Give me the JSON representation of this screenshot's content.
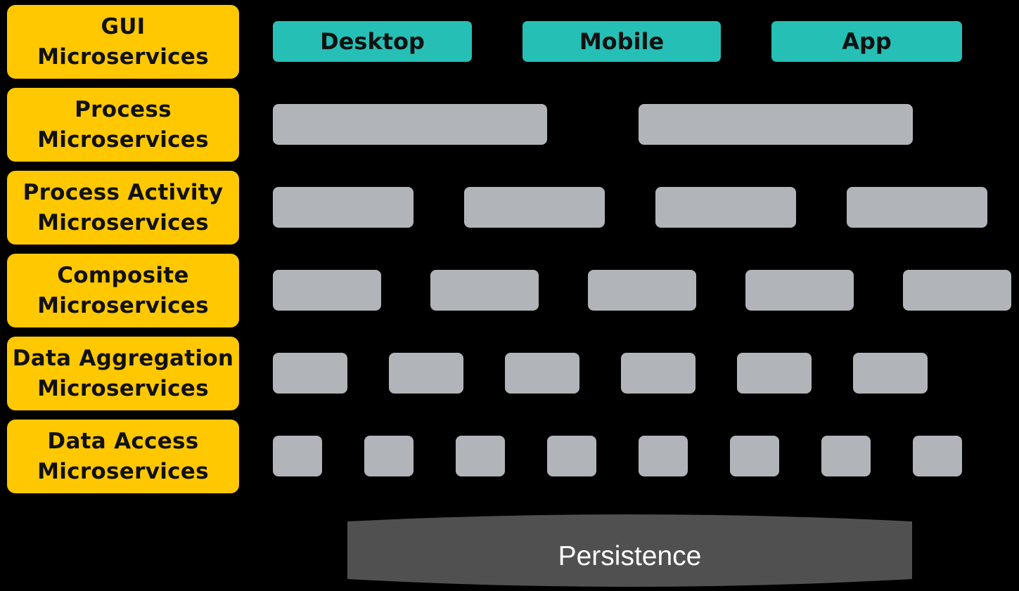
{
  "layers": [
    {
      "line1": "GUI",
      "line2": "Microservices"
    },
    {
      "line1": "Process",
      "line2": "Microservices"
    },
    {
      "line1": "Process Activity",
      "line2": "Microservices"
    },
    {
      "line1": "Composite",
      "line2": "Microservices"
    },
    {
      "line1": "Data Aggregation",
      "line2": "Microservices"
    },
    {
      "line1": "Data Access",
      "line2": "Microservices"
    }
  ],
  "clients": [
    "Desktop",
    "Mobile",
    "App"
  ],
  "service_counts": {
    "process": 2,
    "process_activity": 4,
    "composite": 5,
    "data_aggregation": 6,
    "data_access": 8
  },
  "persistence": "Persistence",
  "colors": {
    "layer": "#FFC800",
    "client": "#26BFB5",
    "service": "#B1B5BA",
    "persistence": "#505050",
    "background": "#000000"
  }
}
